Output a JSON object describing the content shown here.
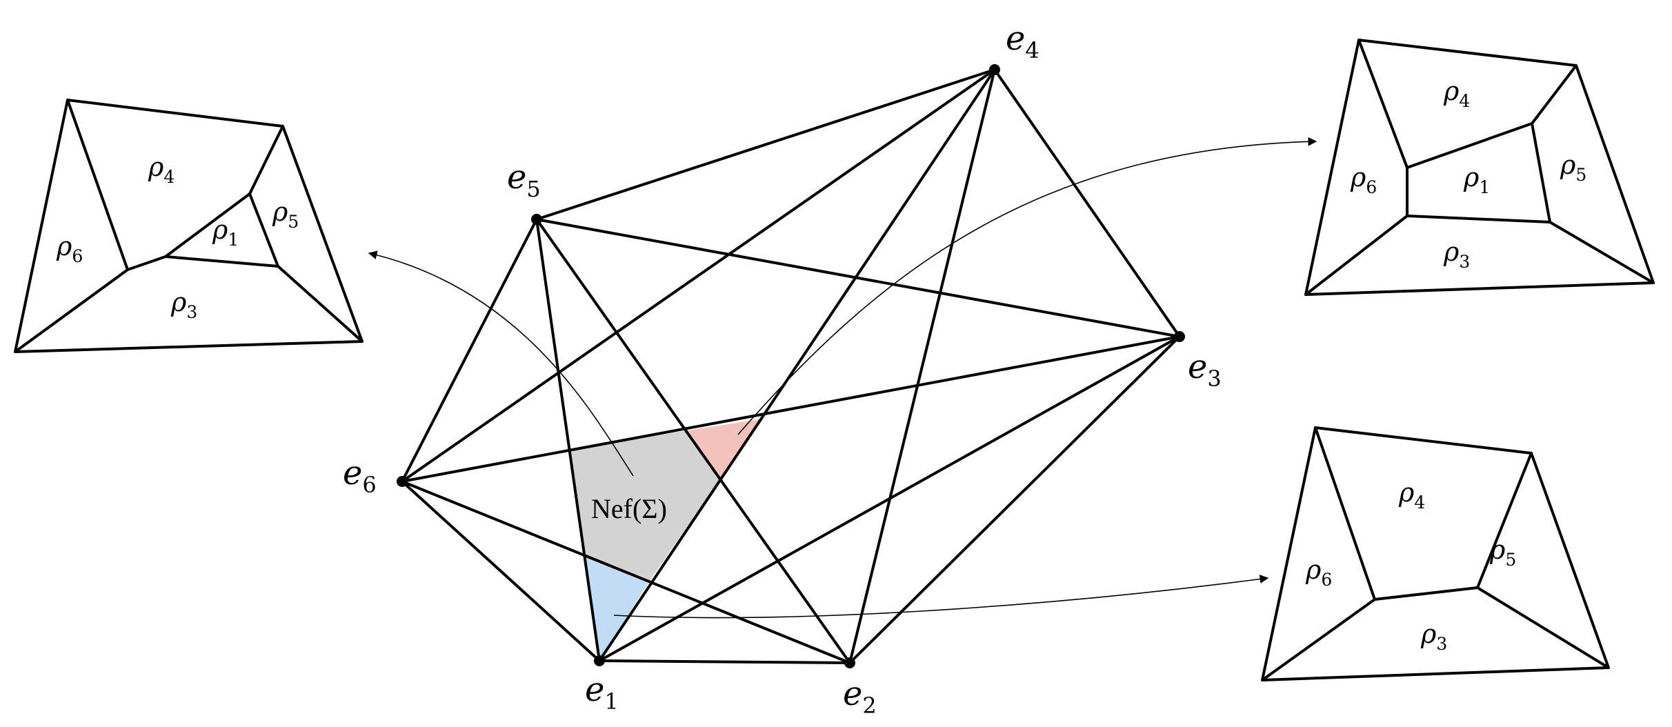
{
  "central_graph": {
    "vertices": [
      {
        "name": "e",
        "sub": "1"
      },
      {
        "name": "e",
        "sub": "2"
      },
      {
        "name": "e",
        "sub": "3"
      },
      {
        "name": "e",
        "sub": "4"
      },
      {
        "name": "e",
        "sub": "5"
      },
      {
        "name": "e",
        "sub": "6"
      }
    ],
    "nef_label": "Nef(Σ)",
    "colors": {
      "gray_region": "#d3d3d3",
      "red_region": "#f4c2bd",
      "blue_region": "#c2dcf6"
    }
  },
  "polytope_left": {
    "regions": [
      {
        "symbol": "ρ",
        "sub": "4"
      },
      {
        "symbol": "ρ",
        "sub": "1"
      },
      {
        "symbol": "ρ",
        "sub": "5"
      },
      {
        "symbol": "ρ",
        "sub": "6"
      },
      {
        "symbol": "ρ",
        "sub": "3"
      }
    ]
  },
  "polytope_top_right": {
    "regions": [
      {
        "symbol": "ρ",
        "sub": "4"
      },
      {
        "symbol": "ρ",
        "sub": "6"
      },
      {
        "symbol": "ρ",
        "sub": "1"
      },
      {
        "symbol": "ρ",
        "sub": "5"
      },
      {
        "symbol": "ρ",
        "sub": "3"
      }
    ]
  },
  "polytope_bottom_right": {
    "regions": [
      {
        "symbol": "ρ",
        "sub": "4"
      },
      {
        "symbol": "ρ",
        "sub": "6"
      },
      {
        "symbol": "ρ",
        "sub": "5"
      },
      {
        "symbol": "ρ",
        "sub": "3"
      }
    ]
  }
}
